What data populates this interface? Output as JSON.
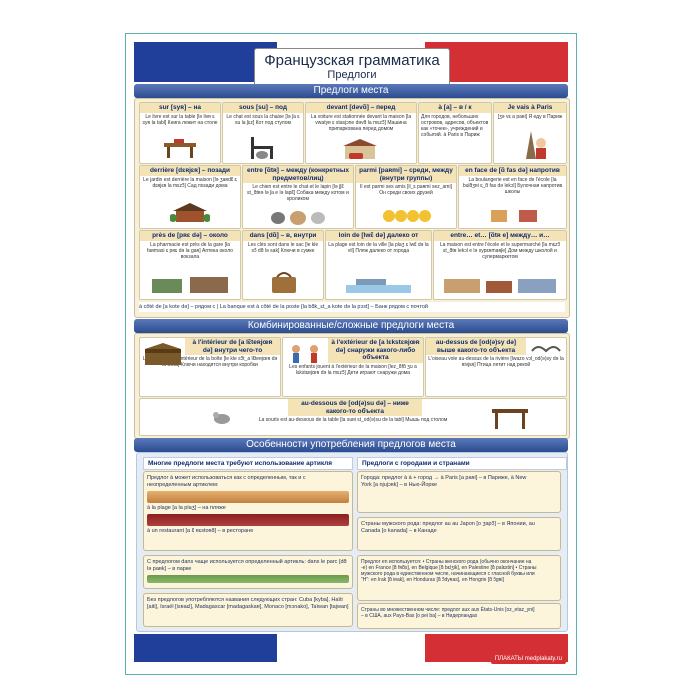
{
  "title": "Французская грамматика",
  "subtitle": "Предлоги",
  "section1": "Предлоги места",
  "section2": "Комбинированные/сложные предлоги места",
  "section3": "Особенности употребления предлогов места",
  "cells": {
    "sur": {
      "hdr": "sur [syʀ] – на",
      "txt": "Le livre est sur la table [lə livʀ ɛ syʀ la tabl] Книга лежит на столе"
    },
    "sous": {
      "hdr": "sous [su] – под",
      "txt": "Le chat est sous la chaise [lə ʃa ɛ su la ʃɛz] Кот под стулом"
    },
    "devant": {
      "hdr": "devant [dəvɑ̃] – перед",
      "txt": "La voiture est stationnée devant la maison [la vwatyʀ ɛ stasjɔne dəvɑ̃ la mɛzɔ̃] Машина припаркована перед домом"
    },
    "a": {
      "hdr": "à [a] – в / к",
      "txt": "Для городов, небольших островов, адресов, объектов как «точек», учреждений и событий. à Paris в Париж"
    },
    "jevais": {
      "hdr": "Je vais à Paris",
      "txt": "[ʒə vɛ a paʀi] Я еду в Париж"
    },
    "derriere": {
      "hdr": "derrière [dɛʀjɛʀ] – позади",
      "txt": "Le jardin est derrière la maison [lə ʒaʀdɛ̃ ɛ dɛʀjɛʀ la mɛzɔ̃] Сад позади дома"
    },
    "entre": {
      "hdr": "entre [ɑ̃tʀ] – между (конкретных предметов/лиц)",
      "txt": "Le chien est entre le chat et le lapin [lə ʃjɛ̃ ɛt_ɑ̃tʀə lə ʃa e lə lapɛ̃] Собака между котом и кроликом"
    },
    "parmi": {
      "hdr": "parmi [paʀmi] – среди, между (внутри группы)",
      "txt": "Il est parmi ses amis [il_ɛ paʀmi sez_ami] Он среди своих друзей"
    },
    "enface": {
      "hdr": "en face de [ɑ̃ fas də] напротив",
      "txt": "La boulangerie est en face de l'école [la bulɑ̃ʒʀi ɛ_ɑ̃ fas də lekɔl] Булочная напротив школы"
    },
    "pres": {
      "hdr": "près de [pʀɛ də] – около",
      "txt": "La pharmacie est près de la gare [la faʀmasi ɛ pʀɛ də la gaʀ] Аптека около вокзала"
    },
    "dans": {
      "hdr": "dans [dɑ̃] – в, внутри",
      "txt": "Les clés sont dans le sac [le kle sɔ̃ dɑ̃ lə sak] Ключи в сумке"
    },
    "loin": {
      "hdr": "loin de [lwɛ̃ də] далеко от",
      "txt": "La plage est loin de la ville [la plaʒ ɛ lwɛ̃ də la vil] Пляж далеко от города"
    },
    "entreet": {
      "hdr": "entre… et… [ɑ̃tʀ e] между… и…",
      "txt": "La maison est entre l'école et le supermarché [la mɛzɔ̃ ɛt_ɑ̃tʀ lekɔl e lə sypɛʀmaʀʃe] Дом между школой и супермаркетом"
    },
    "cote": "à côté de [a kote də] – рядом с  | La banque est à côté de la poste [la bɑ̃k_ɛt_a kote də la pɔst] – Банк рядом с почтой",
    "interieur": {
      "hdr": "à l'intérieur de [a lɛ̃teʀjœʀ də] внутри чего-то",
      "txt": "Les clés sont à l'intérieur de la boîte [le kle sɔ̃t_a lɛ̃teʀjœʀ də la bwat] Ключи находятся внутри коробки"
    },
    "exterieur": {
      "hdr": "à l'extérieur de [a lɛkstɛʀjœʀ də] снаружи какого-либо объекта",
      "txt": "Les enfants jouent à l'extérieur de la maison [lez_ɑ̃fɑ̃ ʒu a lɛkstɛʀjœʀ də la mɛzɔ̃] Дети играют снаружи дома"
    },
    "audessus": {
      "hdr": "au-dessus de [od(ə)sy də] выше какого-то объекта",
      "txt": "L'oiseau vole au-dessus de la rivière [lwazo vɔl_od(ə)sy də la ʀivjɛʀ] Птица летит над рекой"
    },
    "audessous": {
      "hdr": "au-dessous de [od(ə)su də] – ниже какого-то объекта",
      "txt": "La souris est au-dessous de la table [la suʀi ɛt_od(ə)su də la tabl] Мышь под столом"
    }
  },
  "sec3": {
    "left_hdr": "Многие предлоги места требуют использование артикля",
    "right_hdr": "Предлоги с городами и странами",
    "l1": "Предлог à может использоваться как с определенным, так и с неопределенным артиклем:",
    "l1a": "à la plage [a la plaʒ] – на пляже",
    "l1b": "à un restaurant [a ɛ̃ ʀɛstoʀɑ̃] – в ресторане",
    "l2": "С предлогом dans чаще используется определенный артикль: dans le parc [dɑ̃ lə paʀk] – в парке",
    "l3": "Без предлогов употребляются названия следующих стран: Cuba [kyba], Haïti [aiti], Israël [isʀaɛl], Madagascar [madagaskaʀ], Monaco [mɔnako], Taïwan [tajwan]",
    "r1": "Города: предлог à à + город → à Paris [a paʀi] – в Париже, à New York [a njujɔʀk] – в Нью-Йорке",
    "r2": "Страны мужского рода: предлог au au Japon [o ʒapɔ̃] – в Японии, au Canada [o kanada] – в Канаде",
    "r3": "Предлог en используется: • Страны женского рода (обычно окончание на -е) en France [ɑ̃ fʀɑ̃s], en Belgique [ɑ̃ bɛlʒik], en Palestine [ɑ̃ palɛstin] • Страны мужского рода в единственном числе, начинающиеся с гласной буквы или \"H\": en Irak [ɑ̃ iʀak], en Honduras [ɑ̃ ɔ̃dyʀas], en Hongrie [ɑ̃ ɔ̃gʀi]",
    "r4": "Страны во множественном числе: предлог aux aux États-Unis [oz_etaz_yni] – в США, aux Pays-Bas [o pei ba] – в Нидерландах"
  },
  "logo": "ПЛАКАТЫ medplakaty.ru"
}
